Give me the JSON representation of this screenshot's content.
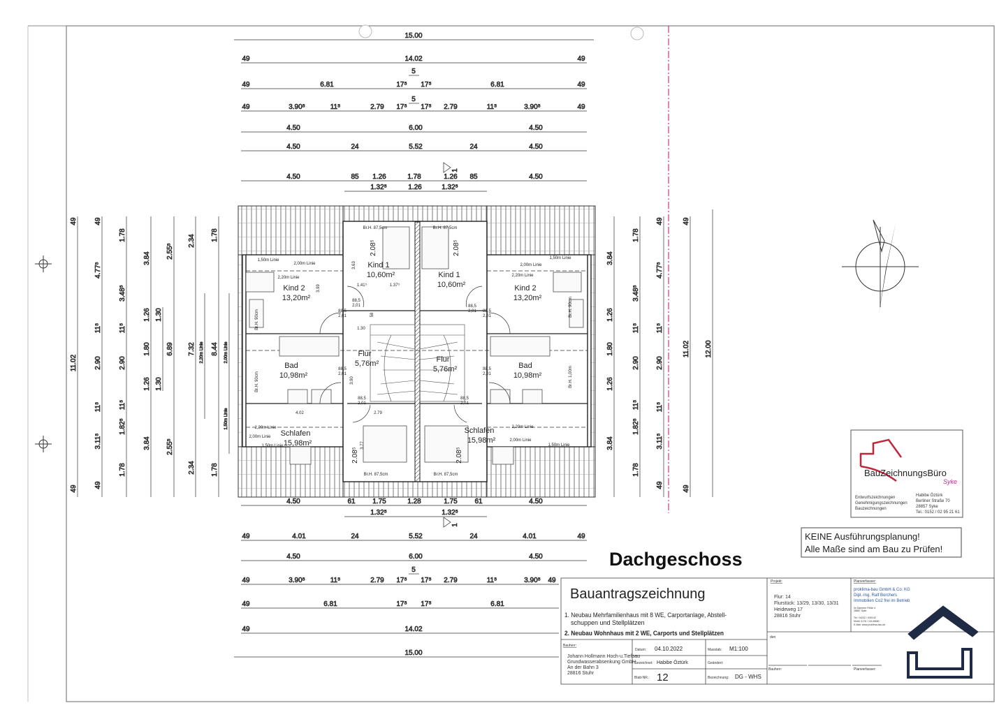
{
  "drawing": {
    "title": "Dachgeschoss",
    "accent_line_color": "#d0338a",
    "dims_top": [
      [
        "15.00"
      ],
      [
        "49",
        "14.02",
        "49"
      ],
      [
        "5"
      ],
      [
        "49",
        "6.81",
        "17⁵",
        "17⁵",
        "6.81",
        "49"
      ],
      [
        "5"
      ],
      [
        "49",
        "3.90⁵",
        "11⁵",
        "2.79",
        "17⁵",
        "17⁵",
        "2.79",
        "11⁵",
        "3.90⁵",
        "49"
      ],
      [
        "4.50",
        "6.00",
        "4.50"
      ],
      [
        "4.50",
        "24",
        "5.52",
        "24",
        "4.50"
      ],
      [
        "4.50",
        "85",
        "1.26",
        "1.78",
        "1.26",
        "85",
        "4.50"
      ],
      [
        "1.32⁵",
        "1.26",
        "1.32⁵"
      ]
    ],
    "dims_bottom": [
      [
        "4.50",
        "61",
        "1.75",
        "1.28",
        "1.75",
        "61",
        "4.50"
      ],
      [
        "1.32⁵",
        "1.32⁵"
      ],
      [
        "49",
        "4.01",
        "24",
        "5.52",
        "24",
        "4.01",
        "49"
      ],
      [
        "4.50",
        "6.00",
        "4.50"
      ],
      [
        "5"
      ],
      [
        "49",
        "3.90⁵",
        "11⁵",
        "2.79",
        "17⁵",
        "17⁵",
        "2.79",
        "11⁵",
        "3.90⁵",
        "49"
      ],
      [
        "49",
        "6.81",
        "17⁵",
        "17⁵",
        "6.81"
      ],
      [
        "49",
        "14.02"
      ],
      [
        "15.00"
      ]
    ],
    "dims_left": [
      [
        "49",
        "11.02",
        "49"
      ],
      [
        "49",
        "4.77⁵",
        "11⁵",
        "2.90",
        "11⁵",
        "3.11⁵",
        "49"
      ],
      [
        "1.78",
        "3.48⁵",
        "11⁵",
        "2.90",
        "11⁵",
        "1.82⁵",
        "1.78"
      ],
      [
        "3.84",
        "1.26",
        "1.80",
        "1.26",
        "3.84"
      ],
      [
        "1.30",
        "1.30"
      ],
      [
        "2.55⁵",
        "6.89",
        "2.55⁵"
      ],
      [
        "2.34",
        "7.32",
        "2.34"
      ],
      [
        "2.20m Linie"
      ],
      [
        "1.78",
        "8.44",
        "1.78"
      ],
      [
        "2.00m Linie",
        "1.50m Linie"
      ]
    ],
    "dims_right": [
      [
        "3.84",
        "1.26",
        "1.80",
        "1.26",
        "3.84"
      ],
      [
        "1.78",
        "3.48⁵",
        "11⁵",
        "2.90",
        "11⁵",
        "1.82⁵",
        "1.78"
      ],
      [
        "49",
        "4.77⁵",
        "11⁵",
        "2.90",
        "11⁵",
        "3.11⁵",
        "49"
      ],
      [
        "49",
        "11.02",
        "49"
      ],
      [
        "12.00"
      ]
    ],
    "section_marks": [
      "1",
      "1"
    ],
    "rooms": [
      {
        "name": "Kind 1",
        "area": "10,60m²"
      },
      {
        "name": "Kind 1",
        "area": "10,60m²"
      },
      {
        "name": "Kind 2",
        "area": "13,20m²"
      },
      {
        "name": "Kind 2",
        "area": "13,20m²"
      },
      {
        "name": "Flur",
        "area": "5,76m²"
      },
      {
        "name": "Flur",
        "area": "5,76m²"
      },
      {
        "name": "Bad",
        "area": "10,98m²"
      },
      {
        "name": "Bad",
        "area": "10,98m²"
      },
      {
        "name": "Schlafen",
        "area": "15,98m²"
      },
      {
        "name": "Schlafen",
        "area": "15,98m²"
      }
    ],
    "annotations": {
      "line_150": "1,50m Linie",
      "line_200": "2,00m Linie",
      "line_220": "2,20m Linie",
      "sill_875": "Br.H. 87,5cm",
      "sill_90": "Br.H. 90cm",
      "sill_100": "Br.H. 1,00m",
      "door": "88,5",
      "door_h": "2,01",
      "h_208": "2.08⁵",
      "d_363": "3.63",
      "d_399": "3.99",
      "d_1415": "1.41⁵",
      "d_1375": "1.37⁵",
      "d_130": "1.30",
      "d_58": "58",
      "d_390": "3.90",
      "d_402": "4.02",
      "d_279": "2.79",
      "d_377": "3.77"
    }
  },
  "logo_box": {
    "brand": "BauZeichnungsBüro",
    "brand_sub": "Syke",
    "services": [
      "Entwurfszeichnungen",
      "Genehmigungszeichnungen",
      "Bauzeichnungen"
    ],
    "contact": [
      "Habibe Öztürk",
      "Berliner Straße 70",
      "28857 Syke",
      "Tel.: 0152 / 02 95 21 61"
    ]
  },
  "notice": {
    "line1": "KEINE Ausführungsplanung!",
    "line2": "Alle Maße sind am Bau zu Prüfen!"
  },
  "title_block": {
    "heading": "Bauantragszeichnung",
    "item1": "1. Neubau Mehrfamilienhaus mit  8 WE, Carportanlage, Abstell-",
    "item1b": "schuppen und Stellplätzen",
    "item2": "2. Neubau  Wohnhaus mit  2 WE, Carports und Stellplätzen",
    "bauherr_label": "Bauherr:",
    "bauherr": [
      "Johann Hollmann Hoch-u.Tiefbau",
      "Grundwasserabsenkung GmbH",
      "An der Bahn 3",
      "28816 Stuhr"
    ],
    "datum_label": "Datum:",
    "datum": "04.10.2022",
    "massstab_label": "Masstab:",
    "massstab": "M1:100",
    "gezeichnet_label": "Gezeichnet:",
    "gezeichnet": "Habibe Öztürk",
    "geaendert_label": "Geändert:",
    "blatt_label": "Blatt-NR.:",
    "blatt": "12",
    "bezeichnung_label": "Bezeichnung:",
    "bezeichnung": "DG - WHS",
    "projekt_label": "Projekt:",
    "projekt": [
      "Flur: 14",
      "Flurstück: 13/29, 13/30, 13/31",
      "Heideweg 17",
      "28816 Stuhr"
    ],
    "den_label": "den",
    "sign_bauherr": "Bauherr:",
    "planverfasser_label": "Planverfasser:",
    "planverfasser": [
      "proklima-bau GmbH & Co. KG",
      "Dipl.-Ing. Ralf Borchers",
      "Immobilien  Co2 frei  im Betrieb"
    ],
    "planverfasser_small": [
      "Im Dammer Felde 4",
      "28857 Syke",
      "Tel.:   04242 / 930142",
      "Mobil:  0176 / 10149660",
      "E-Mail:  www.proklima-bau.de"
    ],
    "sign_planverfasser": "Planverfasser:",
    "brand_color": "#1f2a44"
  }
}
